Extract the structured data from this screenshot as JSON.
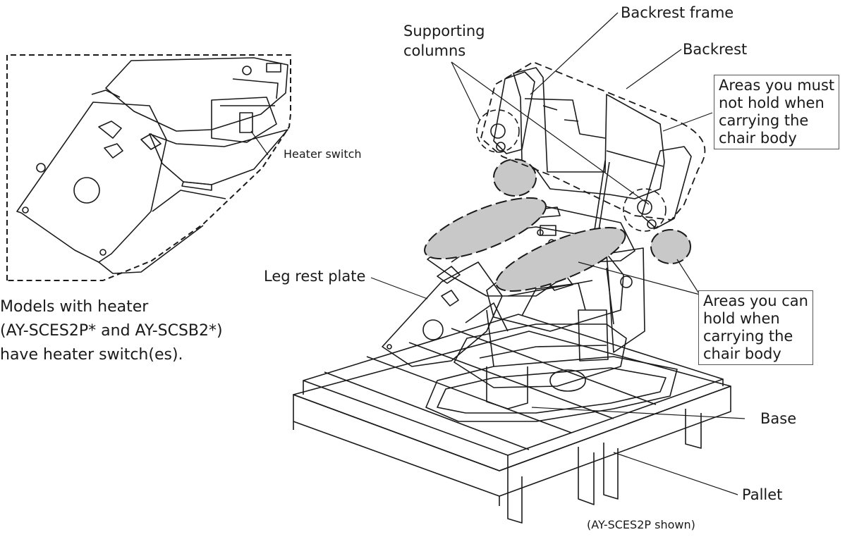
{
  "labels": {
    "backrest_frame": "Backrest frame",
    "supporting_columns_1": "Supporting",
    "supporting_columns_2": "columns",
    "backrest": "Backrest",
    "heater_switch": "Heater switch",
    "leg_rest_plate": "Leg rest plate",
    "base": "Base",
    "pallet": "Pallet",
    "shown": "(AY-SCES2P shown)"
  },
  "boxes": {
    "must_not_hold": [
      "Areas you must",
      "not hold when",
      "carrying the",
      "chair body"
    ],
    "can_hold": [
      "Areas you can",
      "hold when",
      "carrying the",
      "chair body"
    ]
  },
  "note": {
    "line1": "Models with heater",
    "line2": "(AY-SCES2P* and AY-SCSB2*)",
    "line3": "have heater switch(es)."
  },
  "colors": {
    "stroke": "#1a1a1a",
    "shade": "#c8c8c8"
  }
}
